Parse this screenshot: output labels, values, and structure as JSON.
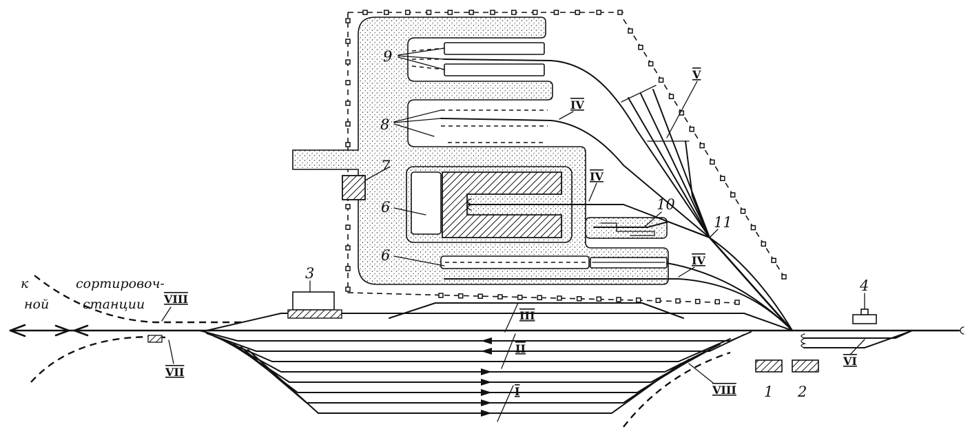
{
  "direction_label": {
    "to": "к",
    "sorting": "сортировоч-",
    "sorting_end": "ной",
    "station": "станции"
  },
  "track_labels": {
    "v": "V",
    "iv_top": "IV",
    "iv_middle": "IV",
    "iv_bottom": "IV",
    "viii_left": "VIII",
    "vii_left": "VII",
    "iii": "III",
    "ii": "II",
    "i": "I",
    "viii_right": "VIII",
    "vi": "VI"
  },
  "object_numbers": {
    "n1": "1",
    "n2": "2",
    "n3": "3",
    "n4": "4",
    "n6_top": "6",
    "n6_bottom": "6",
    "n7": "7",
    "n8": "8",
    "n9": "9",
    "n10": "10",
    "n11": "11"
  },
  "colors": {
    "ink": "#111111",
    "paper": "#ffffff"
  }
}
